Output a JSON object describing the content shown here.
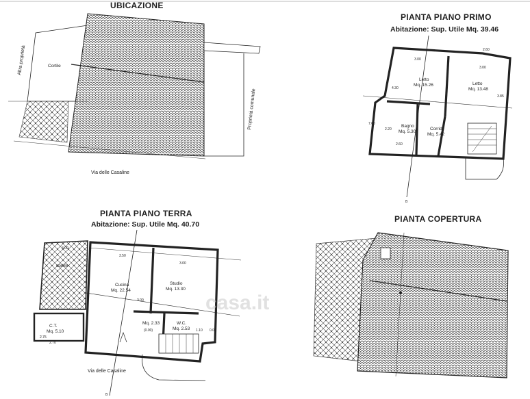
{
  "ubicazione": {
    "title": "UBICAZIONE",
    "cortile": "Cortile",
    "altra_proprieta": "Altra proprietà",
    "proprieta_comunale": "Proprietà comunale",
    "street": "Via delle Casaline"
  },
  "piano_primo": {
    "title": "PIANTA PIANO PRIMO",
    "subtitle": "Abitazione: Sup. Utile Mq. 39.46",
    "rooms": {
      "letto1": "Letto",
      "letto1_area": "Mq. 15.26",
      "letto2": "Letto",
      "letto2_area": "Mq. 13.48",
      "bagno": "Bagno",
      "bagno_area": "Mq. 5.30",
      "corrid": "Corrid.",
      "corrid_area": "Mq. 5.42"
    },
    "dims": [
      "3.00",
      "3.00",
      "4.30",
      "3.85",
      "2.20",
      "2.60",
      "2.60",
      "7.60"
    ],
    "section_mark": "B"
  },
  "piano_terra": {
    "title": "PIANTA PIANO TERRA",
    "subtitle": "Abitazione: Sup. Utile Mq. 40.70",
    "rooms": {
      "cortile": "cortile",
      "cucina": "Cucina",
      "cucina_area": "Mq. 22.54",
      "studio": "Studio",
      "studio_area": "Mq. 13.30",
      "disimpegno_area": "Mq. 2.33",
      "disimpegno_h": "(0.00)",
      "wc": "W.C.",
      "wc_area": "Mq. 2.53",
      "ct": "C.T.",
      "ct_area": "Mq. 5.10"
    },
    "dims": [
      "3.00",
      "3.50",
      "3.00",
      "2.75",
      "3.00",
      "2.70",
      "1.10",
      "0.00"
    ],
    "street": "Via delle Casaline",
    "section_mark": "B"
  },
  "copertura": {
    "title": "PIANTA COPERTURA"
  },
  "watermark": "casa.it"
}
